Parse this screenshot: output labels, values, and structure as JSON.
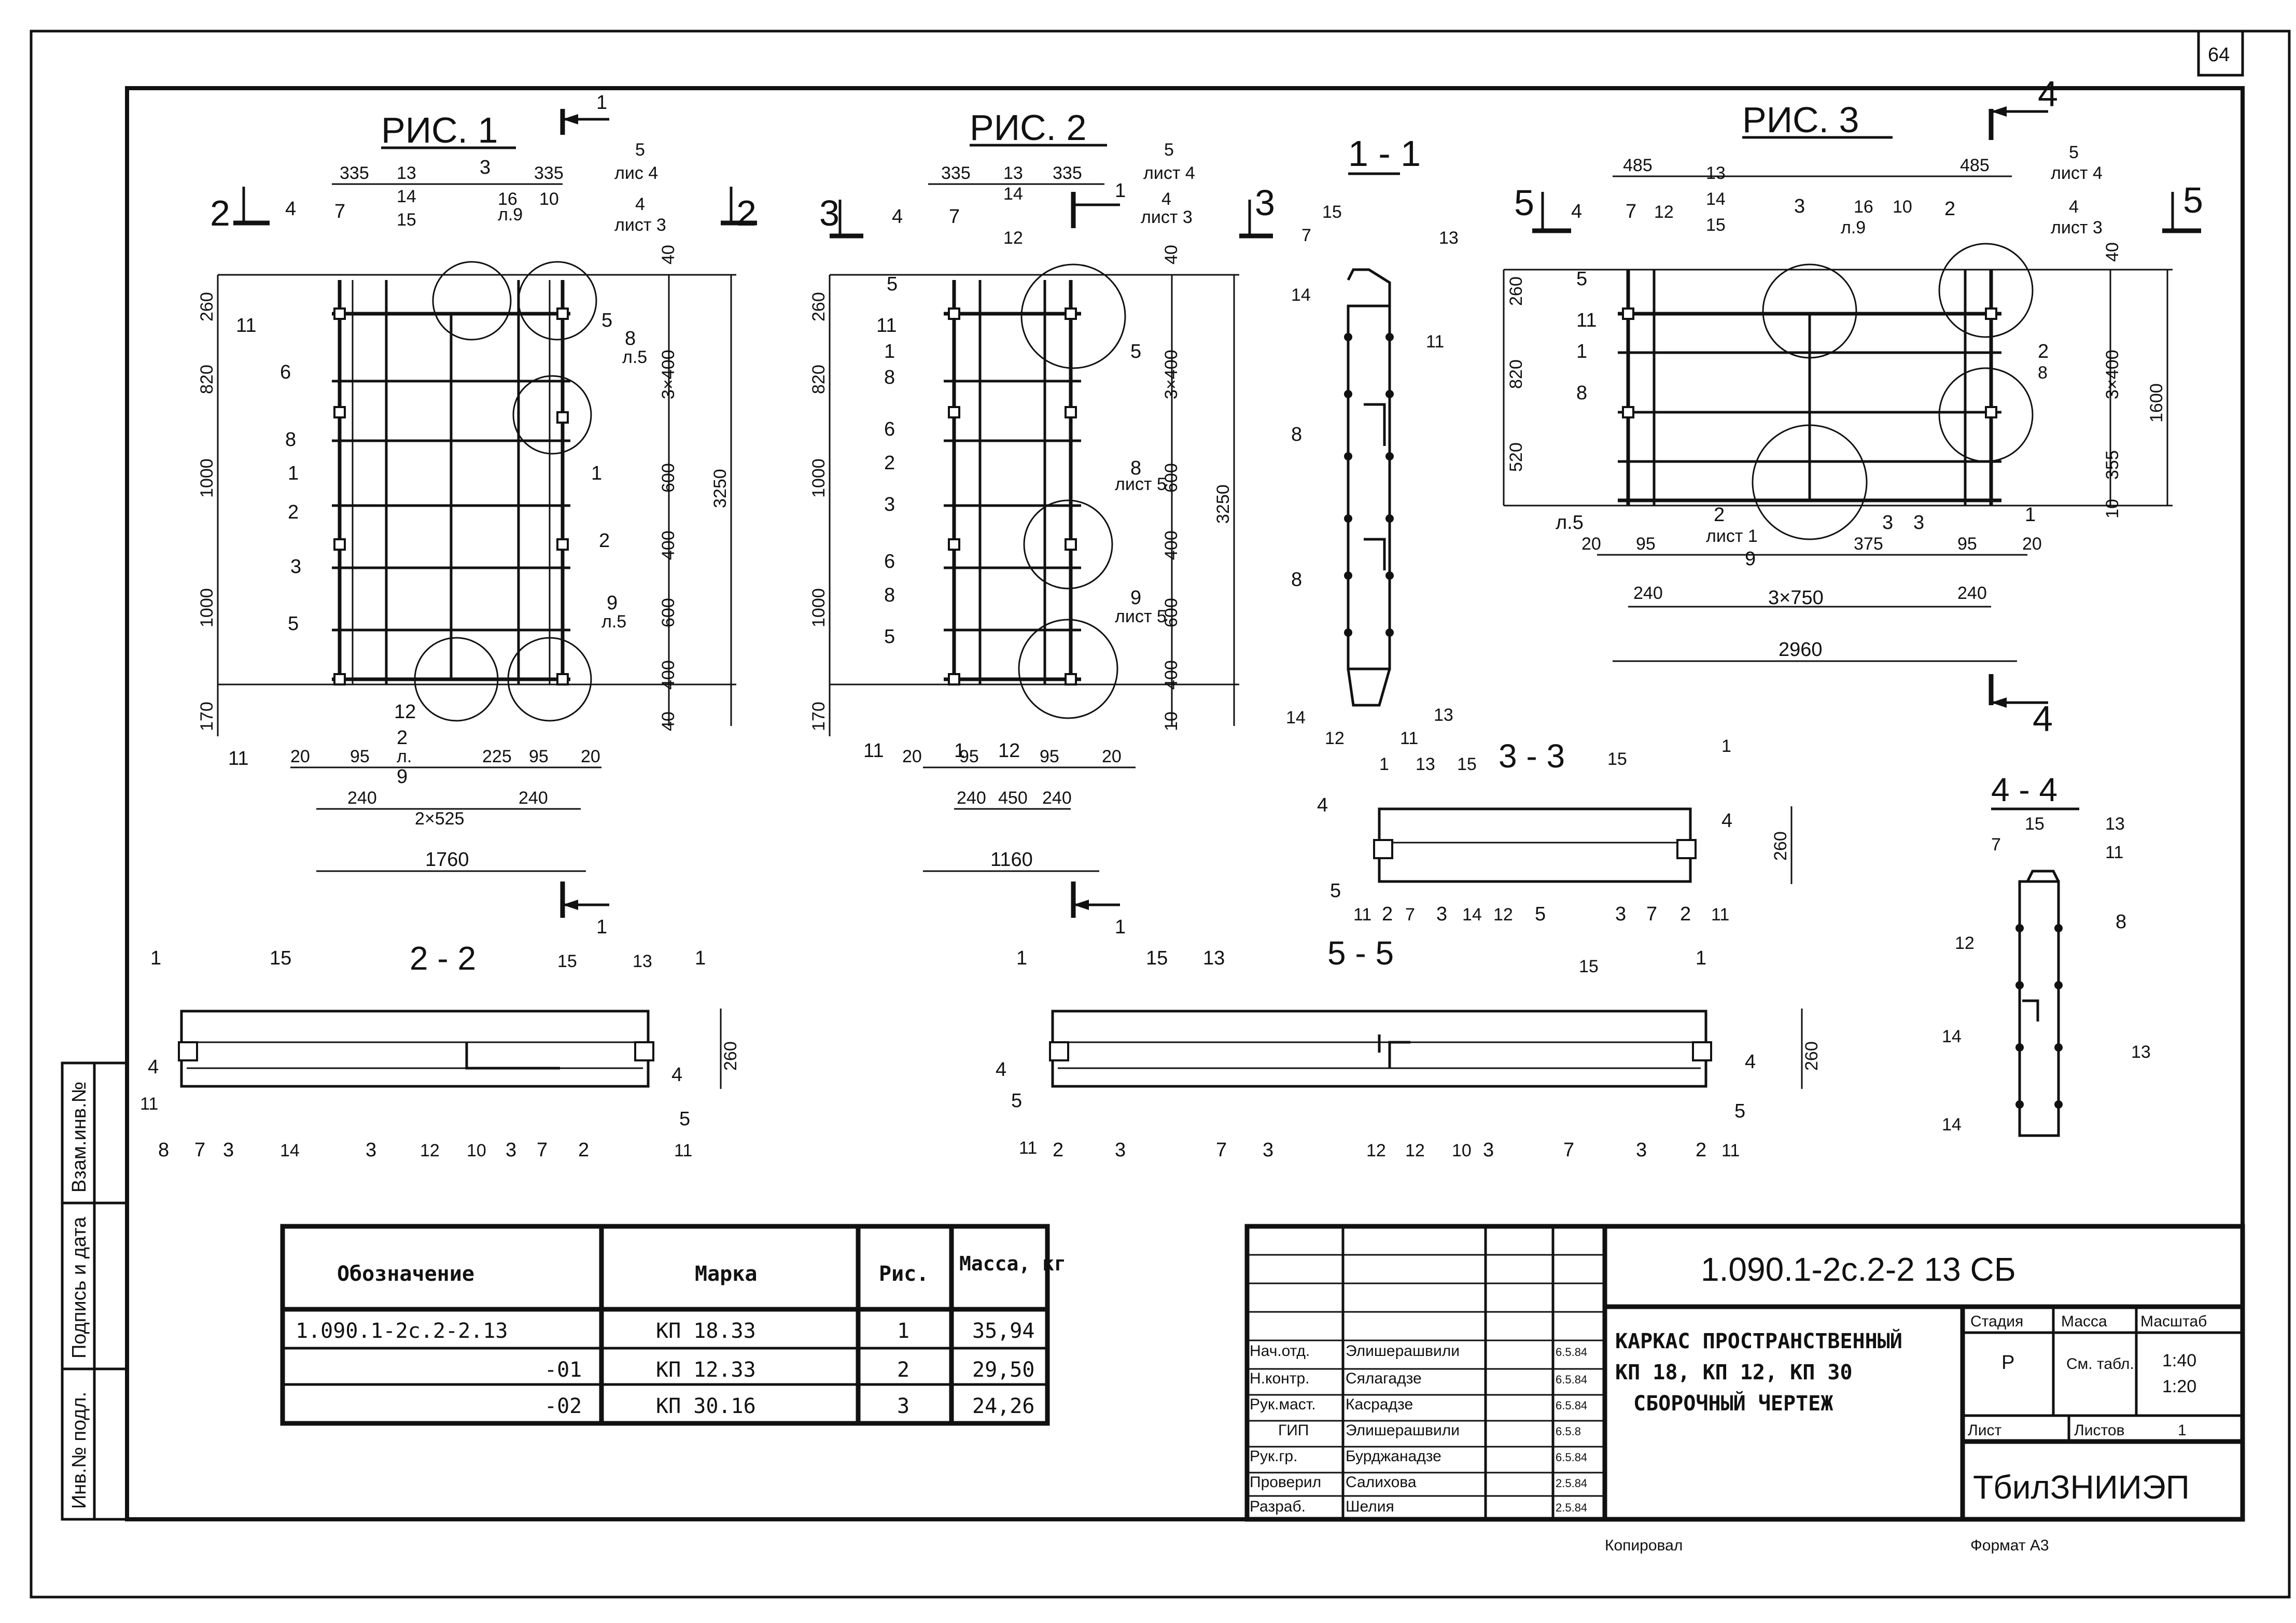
{
  "sheet": {
    "page_corner": "64",
    "side_stamps": [
      "Инв.№ подл.",
      "Подпись и дата",
      "Взам.инв.№"
    ],
    "copied": "Копировал",
    "format": "Формат A3"
  },
  "figures": {
    "fig1": {
      "title": "РИС. 1",
      "cut_top": "1",
      "cut_bottom": "1",
      "cut_left": "2",
      "cut_right": "2",
      "callouts": [
        "4",
        "7",
        "13",
        "14",
        "15",
        "3",
        "16",
        "л.9",
        "10",
        "5",
        "лис 4",
        "4",
        "лист 3",
        "11",
        "6",
        "8",
        "1",
        "2",
        "3",
        "5",
        "5",
        "8",
        "л.5",
        "1",
        "2",
        "9",
        "л.5",
        "11",
        "12",
        "2",
        "л.",
        "9"
      ],
      "dims_top": [
        "335",
        "335"
      ],
      "dims_left": [
        "260",
        "820",
        "1000",
        "1000",
        "170"
      ],
      "dims_right": [
        "40",
        "3×400",
        "600",
        "400",
        "600",
        "400",
        "40"
      ],
      "dim_total_height": "3250",
      "dims_bottom": [
        "20",
        "95",
        "225",
        "95",
        "20"
      ],
      "dims_bottom2": [
        "240",
        "2×525",
        "240"
      ],
      "dim_total_width": "1760"
    },
    "fig2": {
      "title": "РИС. 2",
      "cut_top": "1",
      "cut_bottom": "1",
      "cut_left": "3",
      "cut_right": "3",
      "callouts": [
        "4",
        "7",
        "13",
        "14",
        "12",
        "5",
        "лист 4",
        "4",
        "лист 3",
        "5",
        "11",
        "1",
        "8",
        "6",
        "2",
        "3",
        "6",
        "8",
        "5",
        "5",
        "8",
        "лист 5",
        "9",
        "лист 5",
        "11",
        "12",
        "1"
      ],
      "dims_top": [
        "335",
        "335"
      ],
      "dims_left": [
        "260",
        "820",
        "1000",
        "1000",
        "170"
      ],
      "dims_right": [
        "40",
        "3×400",
        "600",
        "400",
        "600",
        "400",
        "10"
      ],
      "dim_total_height": "3250",
      "dims_bottom": [
        "20",
        "95",
        "95",
        "20"
      ],
      "dims_bottom2": [
        "240",
        "450",
        "240"
      ],
      "dim_total_width": "1160"
    },
    "fig3": {
      "title": "РИС. 3",
      "cut_top": "4",
      "cut_bottom": "4",
      "cut_left": "5",
      "cut_right": "5",
      "callouts": [
        "4",
        "7",
        "12",
        "13",
        "14",
        "15",
        "3",
        "16",
        "л.9",
        "10",
        "2",
        "5",
        "лист 4",
        "4",
        "лист 3",
        "5",
        "11",
        "1",
        "8",
        "2",
        "8",
        "л.5",
        "2",
        "лист 1",
        "9",
        "3",
        "3",
        "1"
      ],
      "dims_top": [
        "485",
        "485"
      ],
      "dims_left": [
        "260",
        "820",
        "520"
      ],
      "dims_right": [
        "40",
        "3×400",
        "355",
        "10"
      ],
      "dim_total_height": "1600",
      "dims_bottom": [
        "20",
        "95",
        "375",
        "95",
        "20"
      ],
      "dims_bottom2": [
        "240",
        "3×750",
        "240"
      ],
      "dim_total_width": "2960"
    },
    "sec11": {
      "title": "1 - 1",
      "callouts": [
        "15",
        "7",
        "13",
        "14",
        "11",
        "8",
        "8",
        "14",
        "12",
        "11",
        "13"
      ]
    },
    "sec33": {
      "title": "3 - 3",
      "callouts": [
        "1",
        "13",
        "15",
        "15",
        "1",
        "4",
        "4",
        "5",
        "11",
        "2",
        "7",
        "3",
        "14",
        "12",
        "5",
        "3",
        "7",
        "2",
        "11"
      ],
      "dim": "260"
    },
    "sec44": {
      "title": "4 - 4",
      "callouts": [
        "7",
        "15",
        "13",
        "11",
        "12",
        "8",
        "14",
        "13",
        "14"
      ]
    },
    "sec22": {
      "title": "2 - 2",
      "callouts": [
        "1",
        "15",
        "4",
        "11",
        "8",
        "7",
        "3",
        "14",
        "3",
        "12",
        "10",
        "3",
        "7",
        "2",
        "15",
        "13",
        "1",
        "4",
        "5",
        "11"
      ],
      "dim": "260"
    },
    "sec55": {
      "title": "5 - 5",
      "callouts": [
        "1",
        "15",
        "13",
        "4",
        "5",
        "11",
        "2",
        "3",
        "7",
        "3",
        "12",
        "12",
        "10",
        "3",
        "7",
        "3",
        "2",
        "11",
        "15",
        "1",
        "4",
        "5"
      ],
      "dim": "260"
    }
  },
  "spec_table": {
    "headers": [
      "Обозначение",
      "Марка",
      "Рис.",
      "Масса, кг"
    ],
    "rows": [
      [
        "1.090.1-2с.2-2.13",
        "КП 18.33",
        "1",
        "35,94"
      ],
      [
        "-01",
        "КП 12.33",
        "2",
        "29,50"
      ],
      [
        "-02",
        "КП 30.16",
        "3",
        "24,26"
      ]
    ]
  },
  "title_block": {
    "code": "1.090.1-2с.2-2  13 СБ",
    "name_lines": [
      "КАРКАС ПРОСТРАНСТВЕННЫЙ",
      "КП 18, КП 12, КП 30",
      "СБОРОЧНЫЙ ЧЕРТЕЖ"
    ],
    "stage_header": "Стадия",
    "mass_header": "Масса",
    "scale_header": "Масштаб",
    "stage": "Р",
    "mass": "См. табл.",
    "scale": [
      "1:40",
      "1:20"
    ],
    "sheet_label": "Лист",
    "sheets_label": "Листов",
    "sheets_count": "1",
    "org": "ТбилЗНИИЭП",
    "people": [
      {
        "role": "Нач.отд.",
        "name": "Элишерашвили",
        "date": "6.5.84"
      },
      {
        "role": "Н.контр.",
        "name": "Сялагадзе",
        "date": "6.5.84"
      },
      {
        "role": "Рук.маст.",
        "name": "Касрадзе",
        "date": "6.5.84"
      },
      {
        "role": "ГИП",
        "name": "Элишерашвили",
        "date": "6.5.8"
      },
      {
        "role": "Рук.гр.",
        "name": "Бурджанадзе",
        "date": "6.5.84"
      },
      {
        "role": "Проверил",
        "name": "Салихова",
        "date": "2.5.84"
      },
      {
        "role": "Разраб.",
        "name": "Шелия",
        "date": "2.5.84"
      }
    ]
  }
}
